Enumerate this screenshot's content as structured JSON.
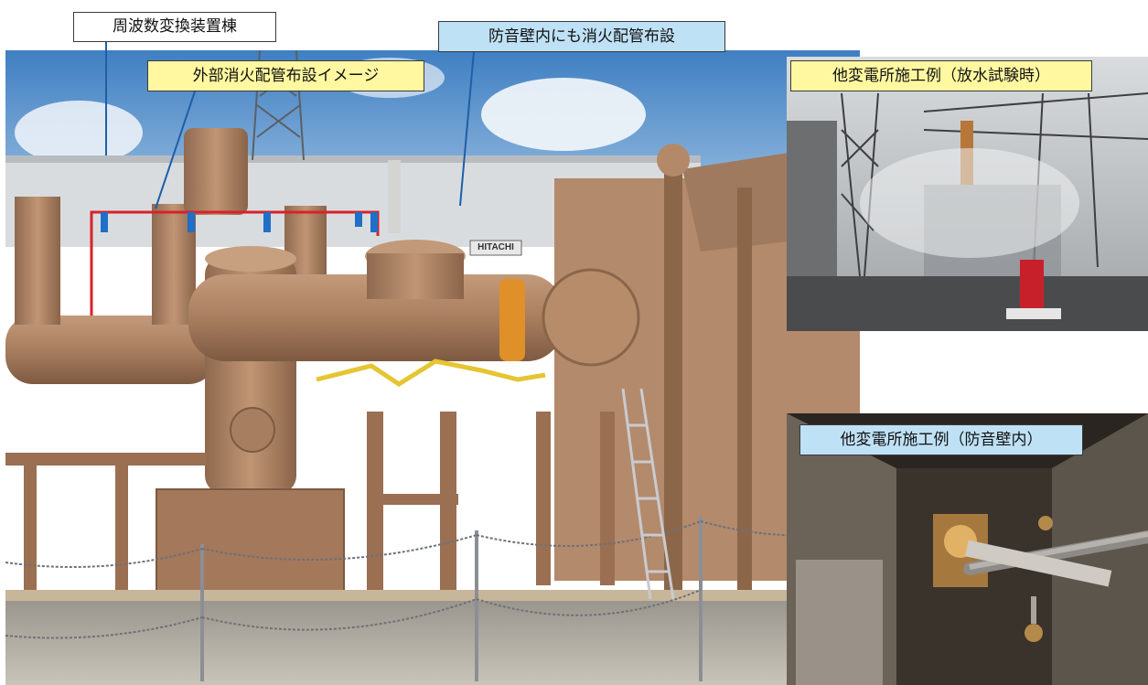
{
  "callouts": {
    "fc_building": "周波数変換装置棟",
    "soundwall_piping": "防音壁内にも消火配管布設",
    "external_piping_image": "外部消火配管布設イメージ",
    "other_site_water_test": "他変電所施工例（放水試験時）",
    "other_site_soundwall": "他変電所施工例（防音壁内）"
  },
  "photo_text": {
    "brand_plate": "HITACHI"
  },
  "colors": {
    "pipe_route_red": "#d8222a",
    "sprinkler_blue": "#1f6fc8",
    "equipment_brown": "#a87c5e",
    "leader_line": "#1f5fa8"
  }
}
